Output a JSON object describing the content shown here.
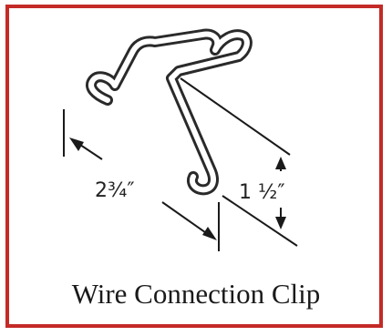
{
  "diagram": {
    "dimension_length": "2¾″",
    "dimension_height": "1 ½″",
    "caption": "Wire Connection Clip",
    "colors": {
      "border": "#c42a26",
      "wire": "#2a2a2a",
      "background": "#ffffff"
    }
  }
}
